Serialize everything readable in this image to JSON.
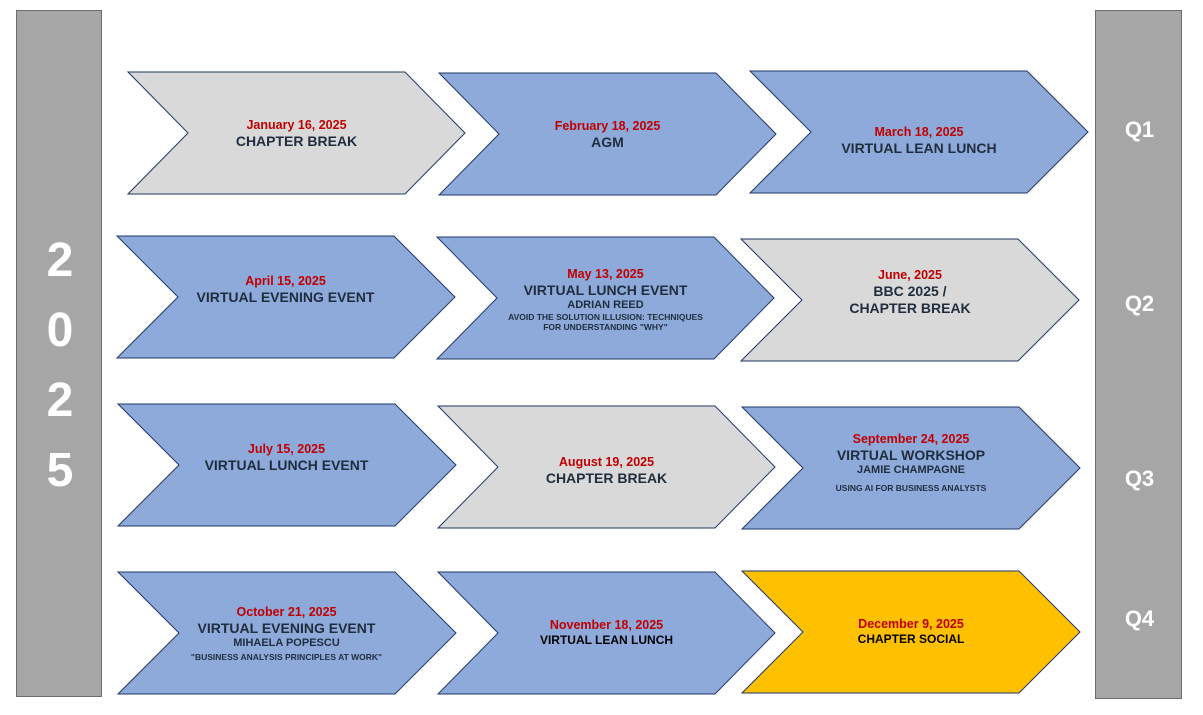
{
  "year_digits": [
    "2",
    "0",
    "2",
    "5"
  ],
  "quarters": [
    "Q1",
    "Q2",
    "Q3",
    "Q4"
  ],
  "colors": {
    "gray_fill": "#d9d9d9",
    "blue_fill": "#8eaadb",
    "gold_fill": "#ffc000",
    "outline": "#1f3864",
    "side_bar": "#a6a6a6",
    "date_text": "#c00000"
  },
  "events": [
    {
      "date": "January 16, 2025",
      "title": "CHAPTER BREAK",
      "color": "gray"
    },
    {
      "date": "February 18, 2025",
      "title": "AGM",
      "color": "blue"
    },
    {
      "date": "March 18, 2025",
      "title": "VIRTUAL LEAN LUNCH",
      "color": "blue"
    },
    {
      "date": "April 15, 2025",
      "title": "VIRTUAL EVENING EVENT",
      "color": "blue"
    },
    {
      "date": "May 13, 2025",
      "title": "VIRTUAL LUNCH EVENT",
      "speaker": "ADRIAN REED",
      "topic_line1": "AVOID THE SOLUTION ILLUSION: TECHNIQUES",
      "topic_line2": "FOR UNDERSTANDING \"WHY\"",
      "color": "blue"
    },
    {
      "date": "June, 2025",
      "title_line1": "BBC 2025 /",
      "title_line2": "CHAPTER BREAK",
      "color": "gray"
    },
    {
      "date": "July 15, 2025",
      "title": "VIRTUAL LUNCH EVENT",
      "color": "blue"
    },
    {
      "date": "August 19, 2025",
      "title": "CHAPTER BREAK",
      "color": "gray"
    },
    {
      "date": "September 24, 2025",
      "title": "VIRTUAL WORKSHOP",
      "speaker": "JAMIE CHAMPAGNE",
      "topic_line1": "USING AI FOR BUSINESS ANALYSTS",
      "color": "blue"
    },
    {
      "date": "October 21, 2025",
      "title": "VIRTUAL EVENING EVENT",
      "speaker": "MIHAELA POPESCU",
      "topic_line1": "\"BUSINESS ANALYSIS PRINCIPLES AT WORK\"",
      "color": "blue"
    },
    {
      "date": "November 18, 2025",
      "title": "VIRTUAL LEAN LUNCH",
      "color": "blue"
    },
    {
      "date": "December 9, 2025",
      "title": "CHAPTER SOCIAL",
      "color": "gold"
    }
  ]
}
